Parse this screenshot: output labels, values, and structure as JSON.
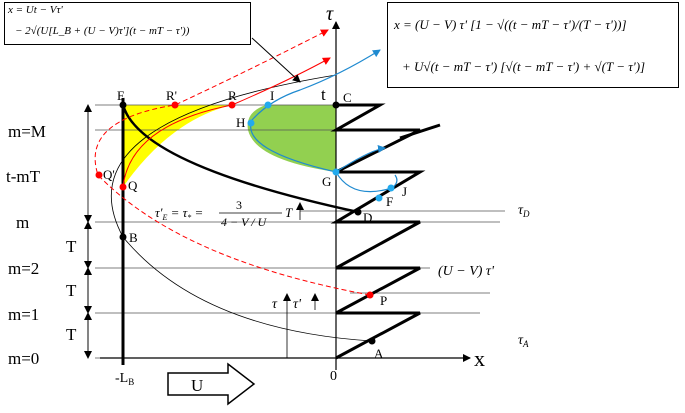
{
  "axes": {
    "tau_axis_label": "τ",
    "x_axis_label": "x",
    "origin_label": "0",
    "left_wall_label": "-L",
    "left_wall_subscript": "B"
  },
  "row_labels": [
    "m=0",
    "m=1",
    "m=2",
    "m",
    "t-mT",
    "m=M"
  ],
  "interval_labels": [
    "T",
    "T",
    "T"
  ],
  "points": {
    "A": "A",
    "B": "B",
    "C": "C",
    "D": "D",
    "E": "E",
    "F": "F",
    "G": "G",
    "H": "H",
    "I": "I",
    "J": "J",
    "P": "P",
    "Q": "Q",
    "Qp": "Q'",
    "R": "R",
    "Rp": "R'",
    "t": "t"
  },
  "annotations": {
    "tau_A": "τ",
    "tau_A_sub": "A",
    "tau_D": "τ",
    "tau_D_sub": "D",
    "segment_label": "(U − V) τ'",
    "tau_lower": "τ",
    "tau_prime_lower": "τ'",
    "tau_E_eq": "τ'",
    "tau_E_sub": "E",
    "tau_E_rest": " = τ",
    "tau_star_sub": "*",
    "tau_E_eq_sign": " =",
    "tau_E_num": "3",
    "tau_E_den": "4 − V / U",
    "tau_E_T": "T",
    "flow_label": "U"
  },
  "equations": {
    "left_line1": "x = Ut − Vτ'",
    "left_line2": "− 2√(U[L_B + (U − V)τ'](t − mT − τ'))",
    "right_line1": "x = (U − V) τ' [1 − √((t − mT − τ')/(T − τ'))]",
    "right_line2": "+ U√(t − mT − τ') [√(t − mT − τ') + √(T − τ')]"
  },
  "colors": {
    "yellow_region": "#ffff00",
    "green_region": "#92d050",
    "red_curve": "#ff0000",
    "blue_curve": "#1f8ad0",
    "blue_point": "#22aaee",
    "red_point": "#ff0000"
  }
}
